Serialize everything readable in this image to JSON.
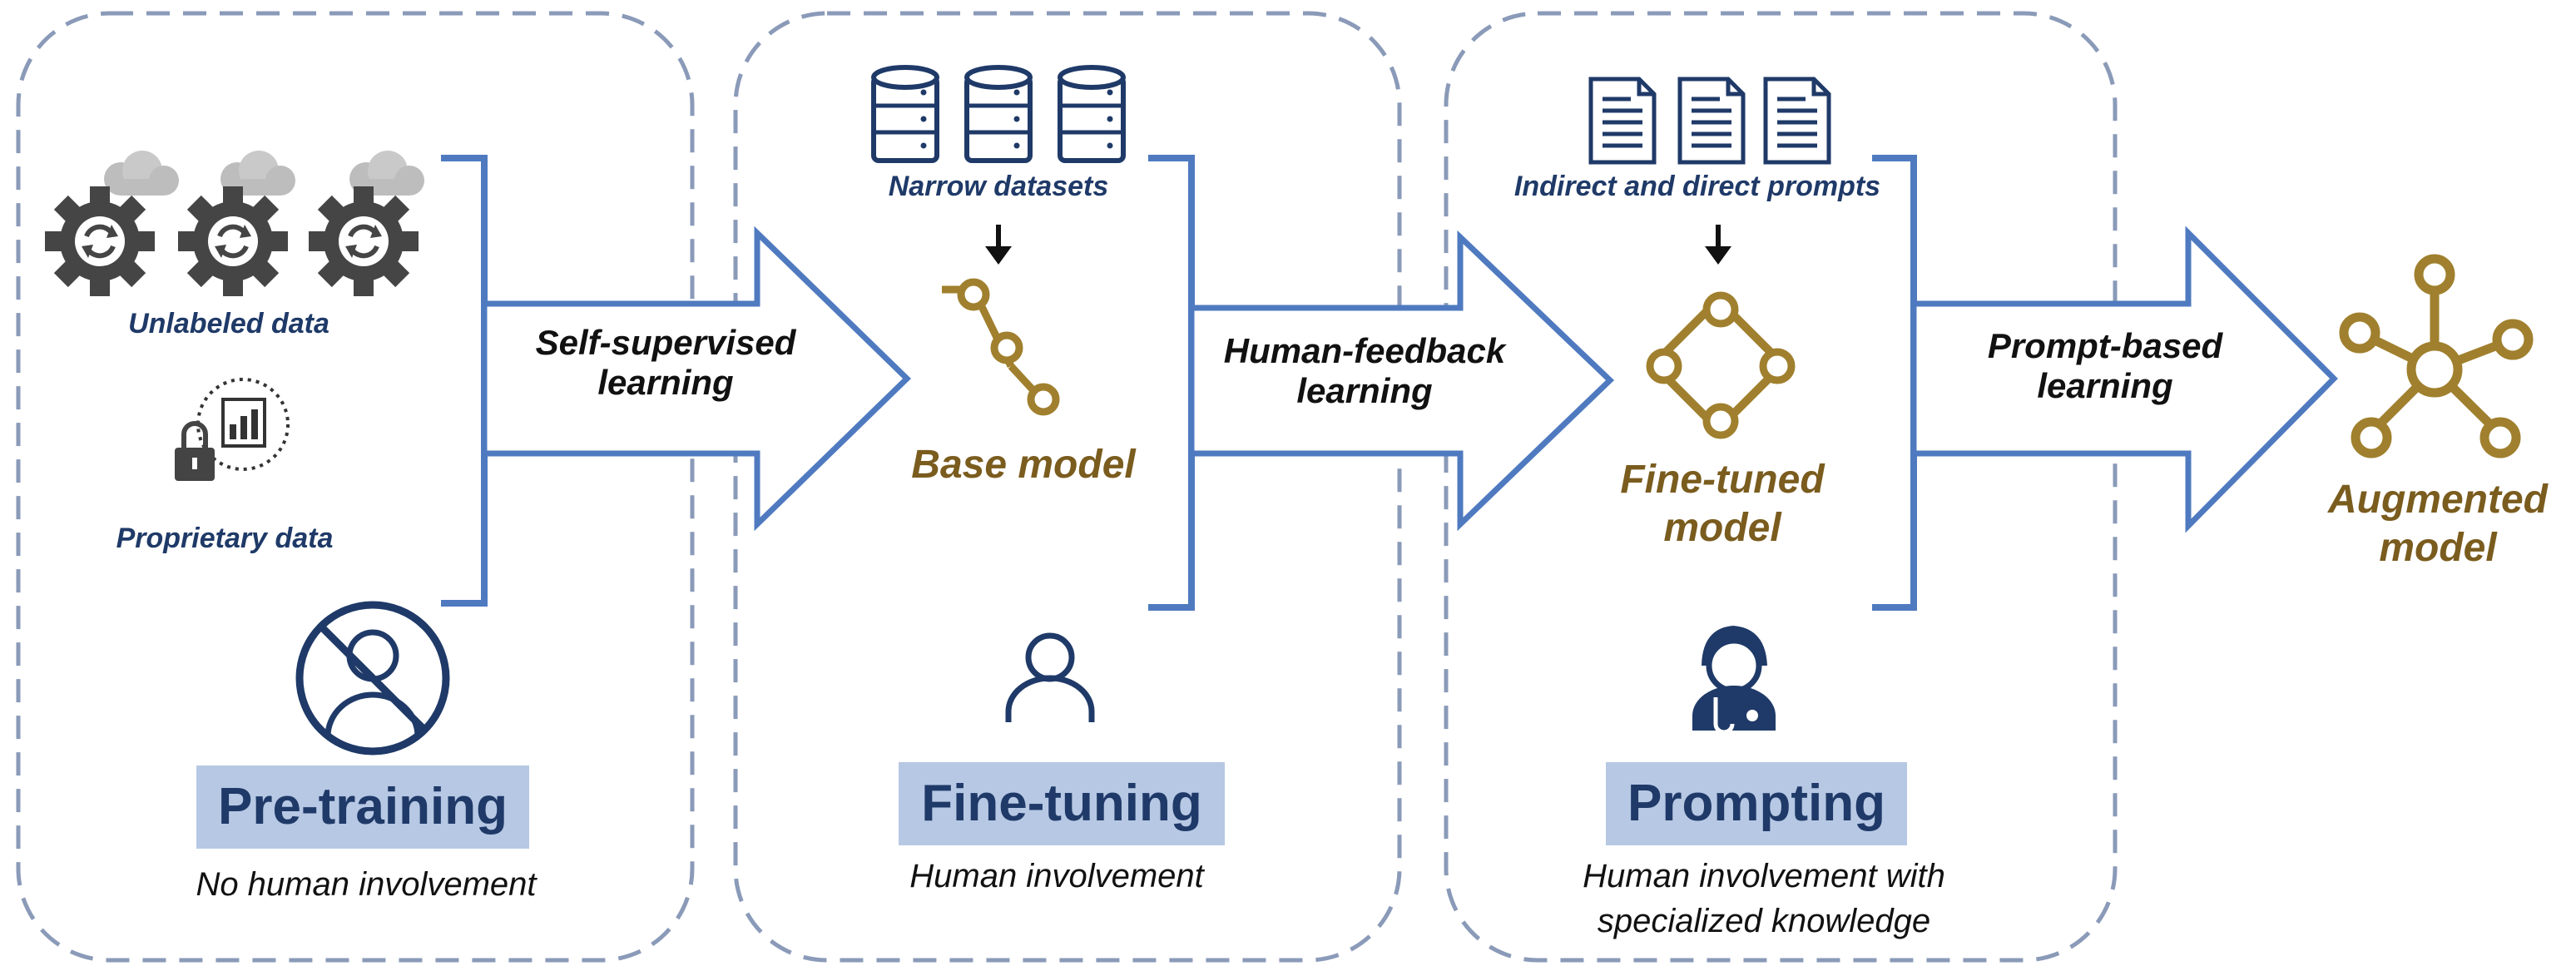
{
  "stages": [
    {
      "title": "Pre-training",
      "subtitle": "No human involvement"
    },
    {
      "title": "Fine-tuning",
      "subtitle": "Human involvement"
    },
    {
      "title": "Prompting",
      "subtitle": "Human involvement with specialized knowledge"
    }
  ],
  "inputs": {
    "unlabeled": "Unlabeled data",
    "proprietary": "Proprietary data",
    "narrow": "Narrow datasets",
    "prompts": "Indirect and direct prompts"
  },
  "arrows": [
    {
      "line1": "Self-supervised",
      "line2": "learning"
    },
    {
      "line1": "Human-feedback",
      "line2": "learning"
    },
    {
      "line1": "Prompt-based",
      "line2": "learning"
    }
  ],
  "models": {
    "base": "Base model",
    "finetuned_1": "Fine-tuned",
    "finetuned_2": "model",
    "augmented_1": "Augmented",
    "augmented_2": "model"
  },
  "colors": {
    "box_border": "#8a9ab8",
    "arrow": "#4f7ac0",
    "navy": "#1f3a68",
    "gold": "#a0802e",
    "stage_fill": "#b7c8e4",
    "gear": "#454545",
    "cloud": "#bdbdbd"
  },
  "icons": [
    "gear-cloud-icon",
    "lock-chart-icon",
    "no-human-icon",
    "database-icon",
    "down-arrow-icon",
    "base-model-icon",
    "person-icon",
    "document-icon",
    "fine-tuned-model-icon",
    "doctor-icon",
    "augmented-model-icon"
  ]
}
